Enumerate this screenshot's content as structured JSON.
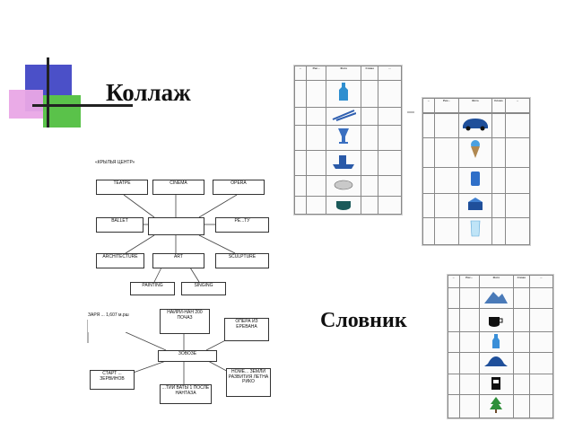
{
  "slide": {
    "title_collage": "Коллаж",
    "title_glossary": "Словник"
  },
  "diagram1": {
    "header": "«КРЫЛЬЯ ЦЕНТР»",
    "top": [
      "ТЕАТРЕ",
      "CINEMA",
      "OPERA"
    ],
    "middle_left": "BALLET",
    "middle_right": "РЕ...ТУ",
    "bottom": [
      "ARCHITECTURE",
      "ART",
      "SCULPTURE"
    ],
    "lowest": [
      "PAINTING",
      "SINGING"
    ]
  },
  "diagram2": {
    "top_left": "ЗАРЯ ... 1,607 м.рш",
    "top_center": "НАЙРИ-НАН 200 ПОЧАЗ",
    "top_right": "ОПЕРА ИЗ ЕРЕВАНА",
    "center": "ЗОВОЗЕ",
    "bottom_left": "СТАРТ ... ЗЕРВИНОВ",
    "bottom_center": "...ТИИ ВАТЫ 1 ПОСЛЕ НАНТАЗА",
    "bottom_right": "НОМЕ... ЗЕМЛИ РАЗВИТИЯ ЛЕТНА РИКО"
  },
  "table_headers": [
    "...",
    "Рис...",
    "Фото",
    "Слово",
    "..."
  ],
  "colors": {
    "blue_square": "#4b50c8",
    "pink_square": "#e9a7e6",
    "green_square": "#5ac24a",
    "picture_blue": "#2f5fb0"
  }
}
